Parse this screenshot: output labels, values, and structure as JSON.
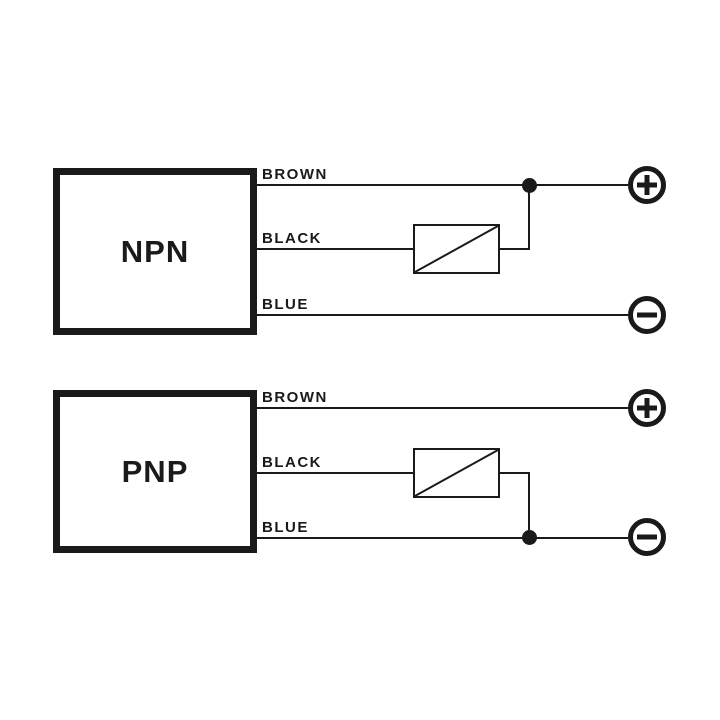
{
  "colors": {
    "background": "#ffffff",
    "ink": "#1a1a1a"
  },
  "diagrams": [
    {
      "id": "npn",
      "box_label": "NPN",
      "wires": [
        {
          "label": "BROWN"
        },
        {
          "label": "BLACK"
        },
        {
          "label": "BLUE"
        }
      ],
      "load_icon": "load-box-icon",
      "junction_icon": "junction-dot-icon",
      "terminals": [
        {
          "icon": "plus-terminal-icon",
          "symbol": "+"
        },
        {
          "icon": "minus-terminal-icon",
          "symbol": "−"
        }
      ]
    },
    {
      "id": "pnp",
      "box_label": "PNP",
      "wires": [
        {
          "label": "BROWN"
        },
        {
          "label": "BLACK"
        },
        {
          "label": "BLUE"
        }
      ],
      "load_icon": "load-box-icon",
      "junction_icon": "junction-dot-icon",
      "terminals": [
        {
          "icon": "plus-terminal-icon",
          "symbol": "+"
        },
        {
          "icon": "minus-terminal-icon",
          "symbol": "−"
        }
      ]
    }
  ]
}
